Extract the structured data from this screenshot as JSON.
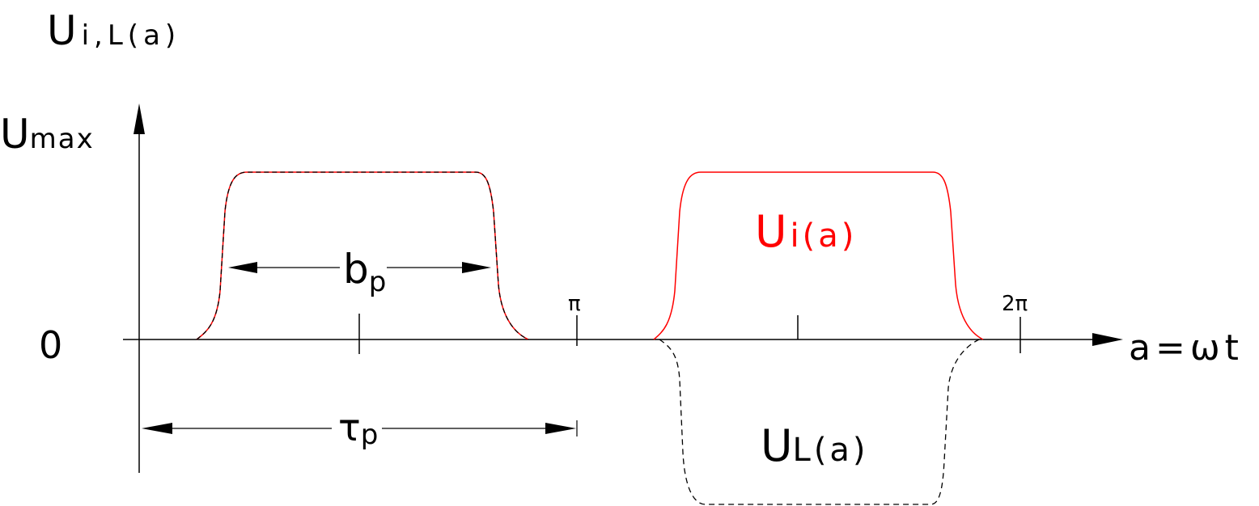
{
  "colors": {
    "axis": "#000000",
    "input_signal": "#ff0000",
    "output_signal": "#000000"
  },
  "labels": {
    "y_axis_main": "U",
    "y_axis_sub": "i,L(a)",
    "umax_main": "U",
    "umax_sub": "max",
    "zero": "0",
    "x_axis": "a=ωt",
    "pi": "π",
    "two_pi": "2π",
    "bp_main": "b",
    "bp_sub": "p",
    "tp_main": "τ",
    "tp_sub": "p",
    "ui_main": "U",
    "ui_sub": "i(a)",
    "ul_main": "U",
    "ul_sub": "L(a)"
  }
}
